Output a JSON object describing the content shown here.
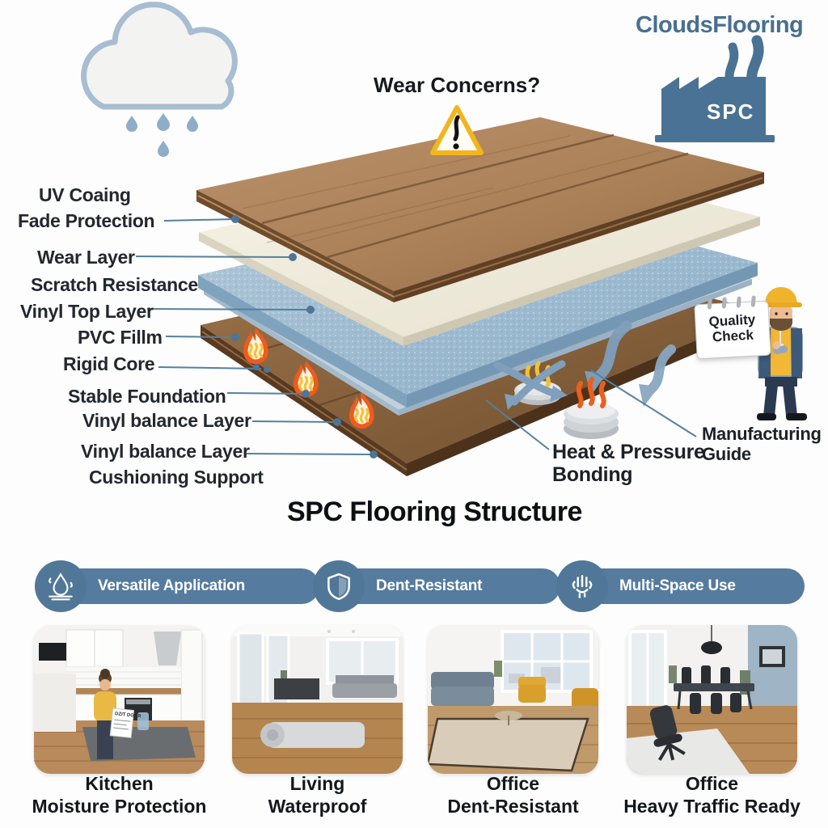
{
  "brand": {
    "logo_text": "CloudsFlooring",
    "factory_label": "SPC"
  },
  "top": {
    "wear_question": "Wear Concerns?"
  },
  "diagram": {
    "layer_labels": [
      {
        "text": "UV Coaing"
      },
      {
        "text": "Fade Protection"
      },
      {
        "text": "Wear Layer"
      },
      {
        "text": "Scratch Resistance"
      },
      {
        "text": "Vinyl Top Layer"
      },
      {
        "text": "PVC Fillm"
      },
      {
        "text": "Rigid Core"
      },
      {
        "text": "Stable Foundation"
      },
      {
        "text": "Vinyl balance Layer"
      },
      {
        "text": "Vinyl balance Layer"
      },
      {
        "text": "Cushioning Support"
      }
    ],
    "annotations": {
      "quality_check": {
        "line1": "Quality",
        "line2": "Check"
      },
      "heat_bonding": {
        "line1": "Heat & Pressure",
        "line2": "Bonding"
      },
      "manufacturing": {
        "line1": "Manufacturing",
        "line2": "Guide"
      }
    }
  },
  "title": "SPC Flooring Structure",
  "badges": [
    {
      "icon": "water-drop-icon",
      "label": "Versatile Application"
    },
    {
      "icon": "shield-icon",
      "label": "Dent-Resistant"
    },
    {
      "icon": "hand-icon",
      "label": "Multi-Space Use"
    }
  ],
  "gallery": [
    {
      "photo": "kitchen-photo",
      "caption_line1": "Kitchen",
      "caption_line2": "Moisture Protection",
      "paper_text": "DZIT DGUR"
    },
    {
      "photo": "living-room-photo",
      "caption_line1": "Living",
      "caption_line2": "Waterproof"
    },
    {
      "photo": "office-lounge-photo",
      "caption_line1": "Office",
      "caption_line2": "Dent-Resistant"
    },
    {
      "photo": "office-dining-photo",
      "caption_line1": "Office",
      "caption_line2": "Heavy Traffic Ready"
    }
  ],
  "colors": {
    "brand_blue": "#48708e",
    "badge_blue": "#557b9e",
    "leader_blue": "#55809f",
    "warning_yellow": "#f2b51d",
    "flame_orange": "#f05a1f",
    "flame_yellow": "#f3c238",
    "wood_brown": "#b08a62",
    "core_blue": "#9fb9cf",
    "wear_white": "#f1ecdd"
  }
}
